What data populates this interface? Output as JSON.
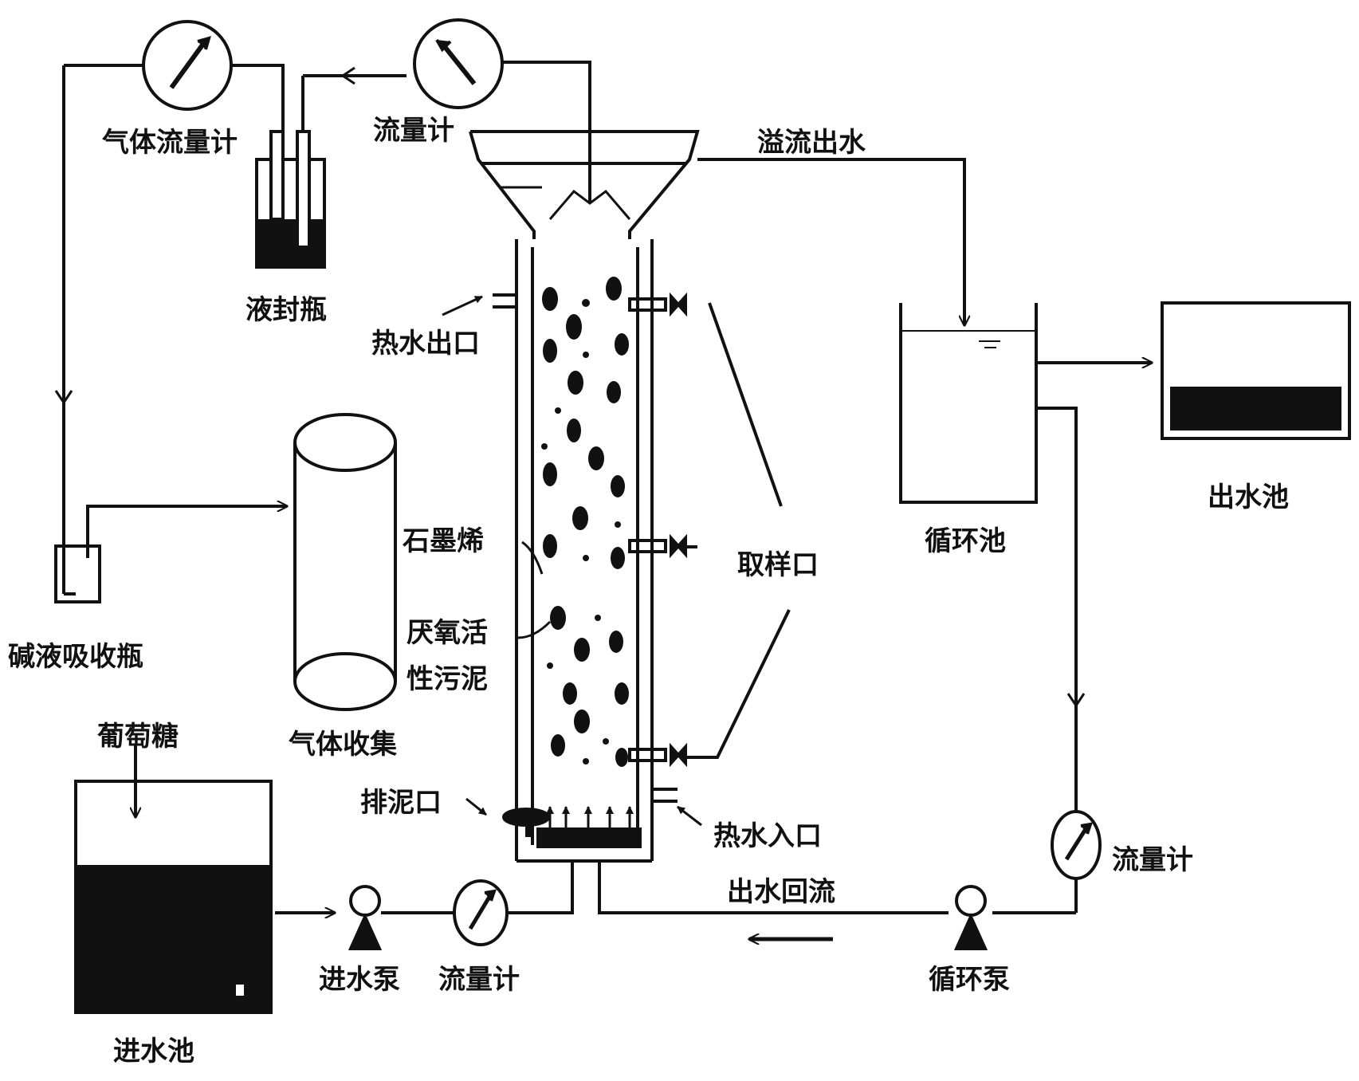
{
  "labels": {
    "gas_flowmeter": "气体流量计",
    "flowmeter_top": "流量计",
    "overflow_effluent": "溢流出水",
    "liquid_seal_bottle": "液封瓶",
    "hot_water_outlet": "热水出口",
    "graphene": "石墨烯",
    "anaerobic_sludge_line1": "厌氧活",
    "anaerobic_sludge_line2": "性污泥",
    "sampling_port": "取样口",
    "circulation_tank": "循环池",
    "effluent_tank": "出水池",
    "alkali_absorption_bottle": "碱液吸收瓶",
    "gas_collection": "气体收集",
    "glucose": "葡萄糖",
    "sludge_discharge_port": "排泥口",
    "hot_water_inlet": "热水入口",
    "flowmeter_right": "流量计",
    "effluent_recirculation": "出水回流",
    "inlet_pump": "进水泵",
    "flowmeter_bottom": "流量计",
    "circulation_pump": "循环泵",
    "influent_tank": "进水池"
  },
  "colors": {
    "line": "#111111",
    "fill_dark": "#111111",
    "background": "#ffffff"
  },
  "icons": {
    "flowmeter": "gauge-icon",
    "pump": "pump-icon",
    "arrow": "flow-arrow-icon",
    "valve": "valve-icon"
  }
}
